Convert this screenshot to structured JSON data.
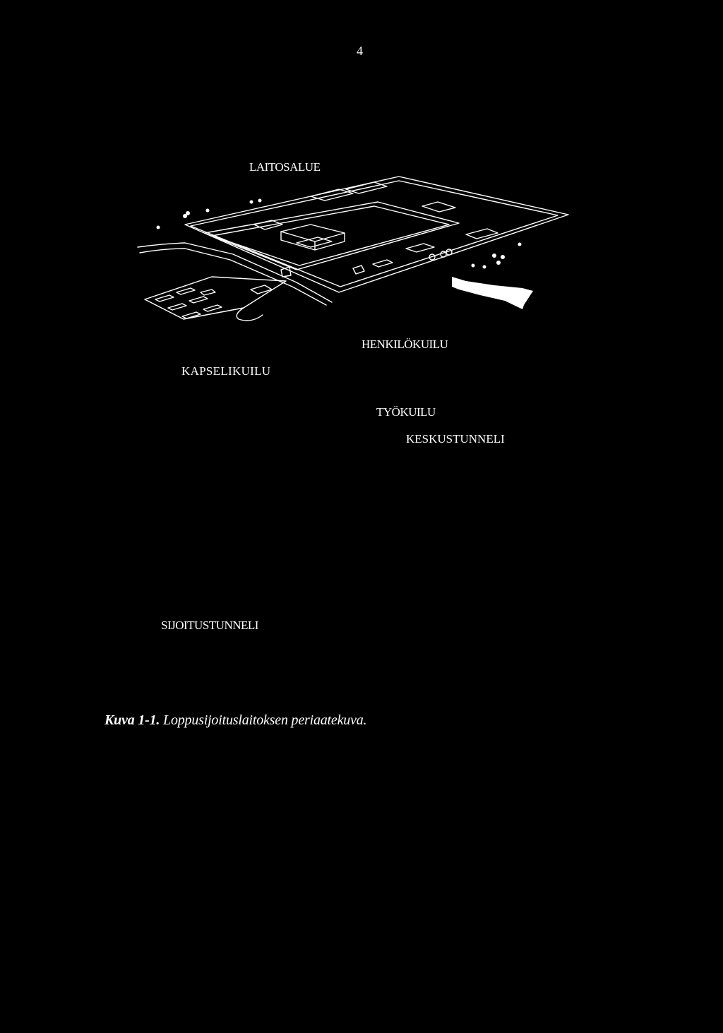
{
  "page": {
    "number": "4"
  },
  "diagram": {
    "labels": {
      "laitosalue": "LAITOSALUE",
      "henkilokuilu": "HENKILÖKUILU",
      "kapselikuilu": "KAPSELIKUILU",
      "tyokuilu": "TYÖKUILU",
      "keskustunneli": "KESKUSTUNNELI",
      "sijoitustunneli": "SIJOITUSTUNNELI"
    }
  },
  "caption": {
    "label": "Kuva 1-1.",
    "text": "Loppusijoituslaitoksen periaatekuva."
  }
}
